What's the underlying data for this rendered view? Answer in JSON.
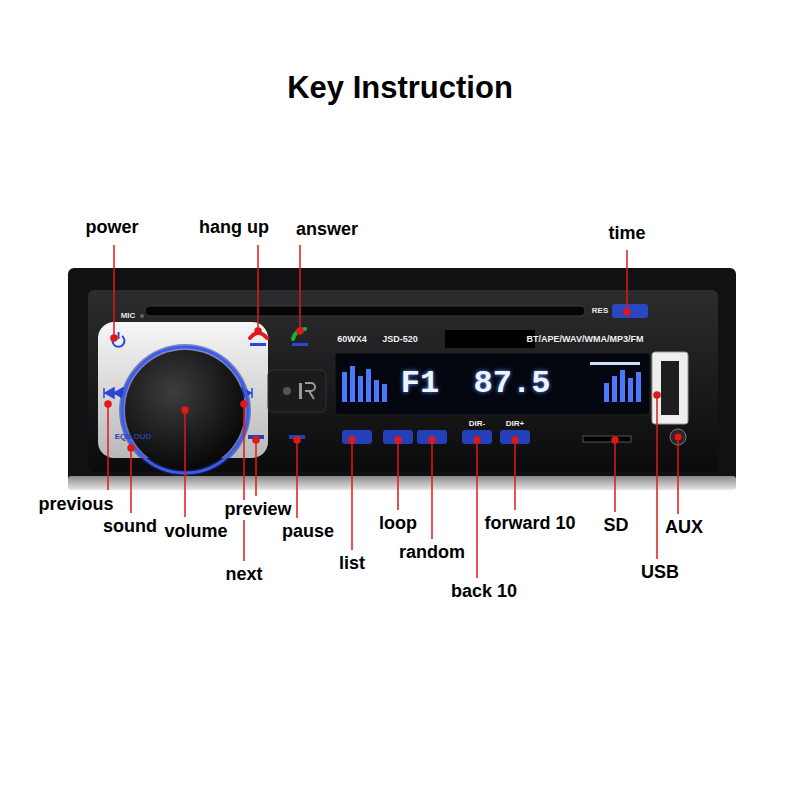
{
  "diagram": {
    "title": "Key Instruction",
    "labels": [
      "power",
      "hang up",
      "answer",
      "time",
      "MIC",
      "RES",
      "60WX4",
      "JSD-520",
      "BT/APE/WAV/WMA/MP3/FM",
      "F1",
      "87.5",
      "EQ/LOUD",
      "DIR-",
      "DIR+",
      "previous",
      "sound",
      "volume",
      "preview",
      "pause",
      "next",
      "list",
      "loop",
      "random",
      "forward 10",
      "back 10",
      "SD",
      "AUX",
      "USB"
    ]
  }
}
